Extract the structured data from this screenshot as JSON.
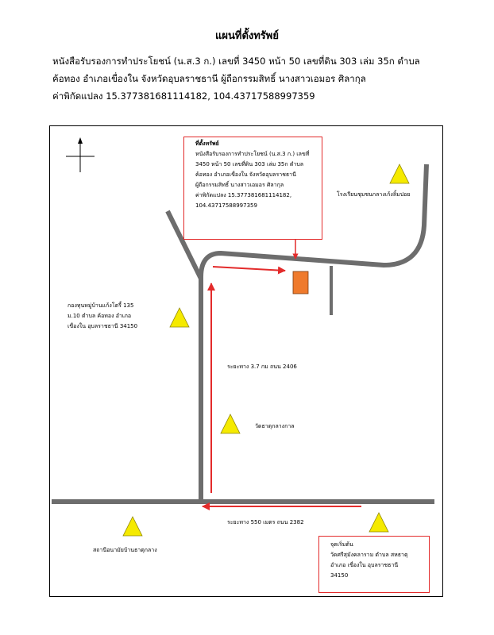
{
  "title": "แผนที่ตั้งทรัพย์",
  "description": {
    "line1": "หนังสือรับรองการทำประโยชน์ (น.ส.3 ก.) เลขที่ 3450 หน้า 50 เลขที่ดิน 303 เล่ม 35ก ตำบล",
    "line2": "ค้อทอง อำเภอเขื่องใน จังหวัดอุบลราชธานี ผู้ถือกรรมสิทธิ์ นางสาวเอมอร ศิลากุล",
    "line3": "ค่าพิกัดแปลง 15.377381681114182, 104.43717588997359"
  },
  "property_box": {
    "heading": "ที่ตั้งทรัพย์",
    "lines": [
      "หนังสือรับรองการทำประโยชน์ (น.ส.3 ก.) เลขที่",
      "3450 หน้า 50 เลขที่ดิน 303 เล่ม 35ก ตำบล",
      "ค้อทอง อำเภอเขื่องใน จังหวัดอุบลราชธานี",
      " ผู้ถือกรรมสิทธิ์ นางสาวเอมอร ศิลากุล",
      "ค่าพิกัดแปลง 15.377381681114182,",
      "104.43717588997359"
    ]
  },
  "start_box": {
    "heading": "จุดเริ่มต้น",
    "lines": [
      "วัดศรีสุมังคลาราม ตำบล สหธาตุ",
      "อำเภอ เขื่องใน อุบลราชธานี",
      "34150"
    ]
  },
  "landmarks": {
    "school": "โรงเรียนชุมชนกลางเก้งลิ้มปอย",
    "village_office": {
      "lines": [
        "กองทุนหมู่บ้านแก้งโตรี้ 135",
        "ม.10 ตำบล ค้อทอง อำเภอ",
        "เขื่องใน อุบลราชธานี 34150"
      ]
    },
    "temple": "วัดธาตุกลางกาล",
    "health_station": "สถานีอนามัยบ้านธาตุกลาง"
  },
  "distances": {
    "road_2406": "ระยะทาง 3.7 กม ถนน 2406",
    "road_2382": "ระยะทาง 550 เมตร ถนน 2382"
  },
  "colors": {
    "road": "#6d6d6d",
    "route_arrow": "#e32b2b",
    "property_marker": "#ef7a2c",
    "landmark_triangle": "#f5ea00",
    "box_border": "#e32b2b"
  }
}
